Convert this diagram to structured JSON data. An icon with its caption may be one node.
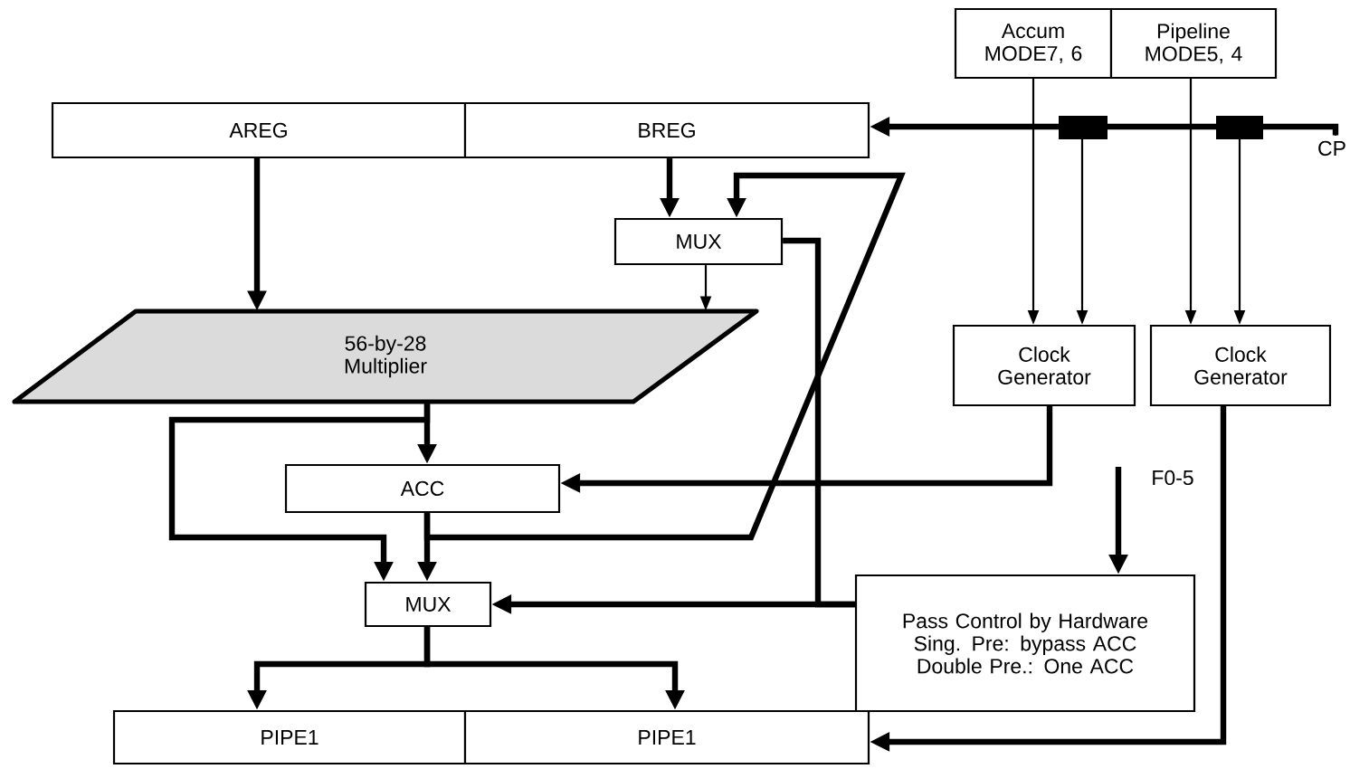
{
  "diagram": {
    "nodes": [
      {
        "text": [
          "AREG"
        ]
      },
      {
        "text": [
          "BREG"
        ]
      },
      {
        "text": [
          "MUX"
        ]
      },
      {
        "text": [
          "56-by-28 Multiplier"
        ]
      },
      {
        "text": [
          "ACC"
        ]
      },
      {
        "text": [
          "MUX"
        ]
      },
      {
        "text": [
          "PIPE1"
        ]
      },
      {
        "text": [
          "PIPE1"
        ]
      },
      {
        "text": [
          "Accum MODE7, 6"
        ]
      },
      {
        "text": [
          "Pipeline MODE5, 4"
        ]
      },
      {
        "text": [
          "CP"
        ]
      },
      {
        "text": [
          "Clock Generator"
        ]
      },
      {
        "text": [
          "Clock Generator"
        ]
      },
      {
        "text": [
          "Pass Control by Hardware",
          "Sing. Pre: bypass ACC",
          "Double Pre.: One ACC"
        ]
      }
    ],
    "edges": [
      {
        "from": 0,
        "to": 3,
        "arrow": "to"
      },
      {
        "from": 1,
        "to": 2,
        "arrow": "to"
      },
      {
        "from": 2,
        "to": 3,
        "arrow": "to"
      },
      {
        "from": 3,
        "to": 4,
        "arrow": "to"
      },
      {
        "from": 3,
        "to": 5,
        "arrow": "to"
      },
      {
        "from": 4,
        "to": 5,
        "arrow": "to"
      },
      {
        "from": 4,
        "to": 2,
        "arrow": "to"
      },
      {
        "from": 13,
        "to": 5,
        "arrow": "to"
      },
      {
        "from": 13,
        "to": 2,
        "arrow": "none"
      },
      {
        "from": 11,
        "to": 4,
        "arrow": "to"
      },
      {
        "from": 12,
        "to": 7,
        "arrow": "to"
      },
      {
        "from": 5,
        "to": 6,
        "arrow": "to"
      },
      {
        "from": 5,
        "to": 7,
        "arrow": "to"
      },
      {
        "from": 10,
        "to": 1,
        "arrow": "to"
      },
      {
        "from": 8,
        "to": 11,
        "arrow": "to"
      },
      {
        "from": 9,
        "to": 12,
        "arrow": "to"
      },
      {
        "from": 10,
        "to": 11,
        "arrow": "to"
      },
      {
        "from": 10,
        "to": 12,
        "arrow": "to"
      },
      {
        "from": null,
        "to": 13,
        "arrow": "to",
        "label": "F0-5"
      }
    ]
  }
}
